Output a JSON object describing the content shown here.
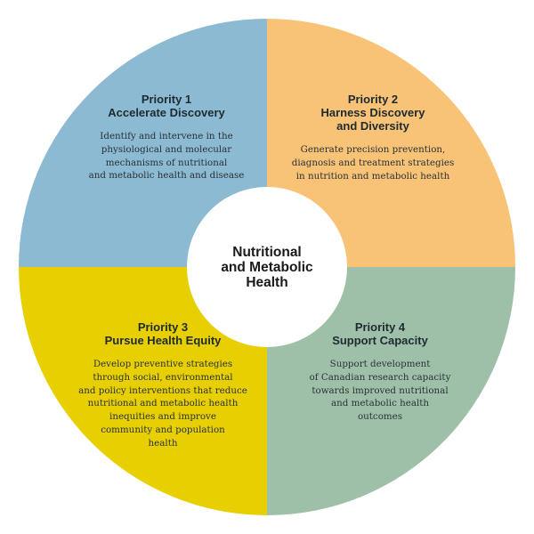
{
  "center": {
    "lines": [
      "Nutritional",
      "and Metabolic",
      "Health"
    ]
  },
  "colors": {
    "q1": "#8bbad2",
    "q2": "#f8c377",
    "q3": "#e8cf02",
    "q4": "#9ec0a9",
    "center": "#ffffff"
  },
  "priorities": [
    {
      "title": [
        "Priority 1",
        "Accelerate Discovery"
      ],
      "desc": [
        "Identify and intervene in the",
        "physiological and molecular",
        "mechanisms of nutritional",
        "and metabolic health and disease"
      ]
    },
    {
      "title": [
        "Priority 2",
        "Harness Discovery",
        "and Diversity"
      ],
      "desc": [
        "Generate precision prevention,",
        "diagnosis and treatment strategies",
        "in nutrition and metabolic health"
      ]
    },
    {
      "title": [
        "Priority 3",
        "Pursue Health Equity"
      ],
      "desc": [
        "Develop preventive strategies",
        "through social, environmental",
        "and policy interventions that reduce",
        "nutritional and metabolic health",
        "inequities and improve",
        "community and population",
        "health"
      ]
    },
    {
      "title": [
        "Priority 4",
        "Support Capacity"
      ],
      "desc": [
        "Support development",
        "of Canadian research capacity",
        "towards improved nutritional",
        "and metabolic health",
        "outcomes"
      ]
    }
  ]
}
